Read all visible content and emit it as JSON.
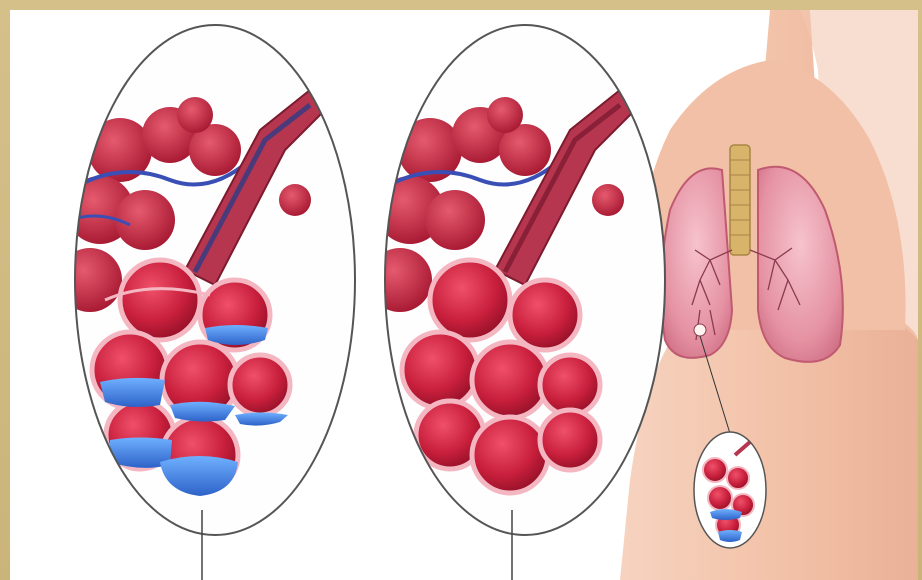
{
  "image": {
    "frame_color": "#cfb97f",
    "background_color": "#ffffff",
    "skin_color": "#f2c2a8",
    "alveolus_color": "#c81f3c",
    "fluid_color": "#3f7fe0",
    "lung_color": "#e89aa8",
    "trachea_color": "#d8b36a"
  },
  "panels": [
    {
      "name": "alveoli-with-fluid",
      "fluid": true
    },
    {
      "name": "healthy-alveoli",
      "fluid": false
    }
  ],
  "torso": {
    "lungs": 2,
    "inset_circle": true
  }
}
